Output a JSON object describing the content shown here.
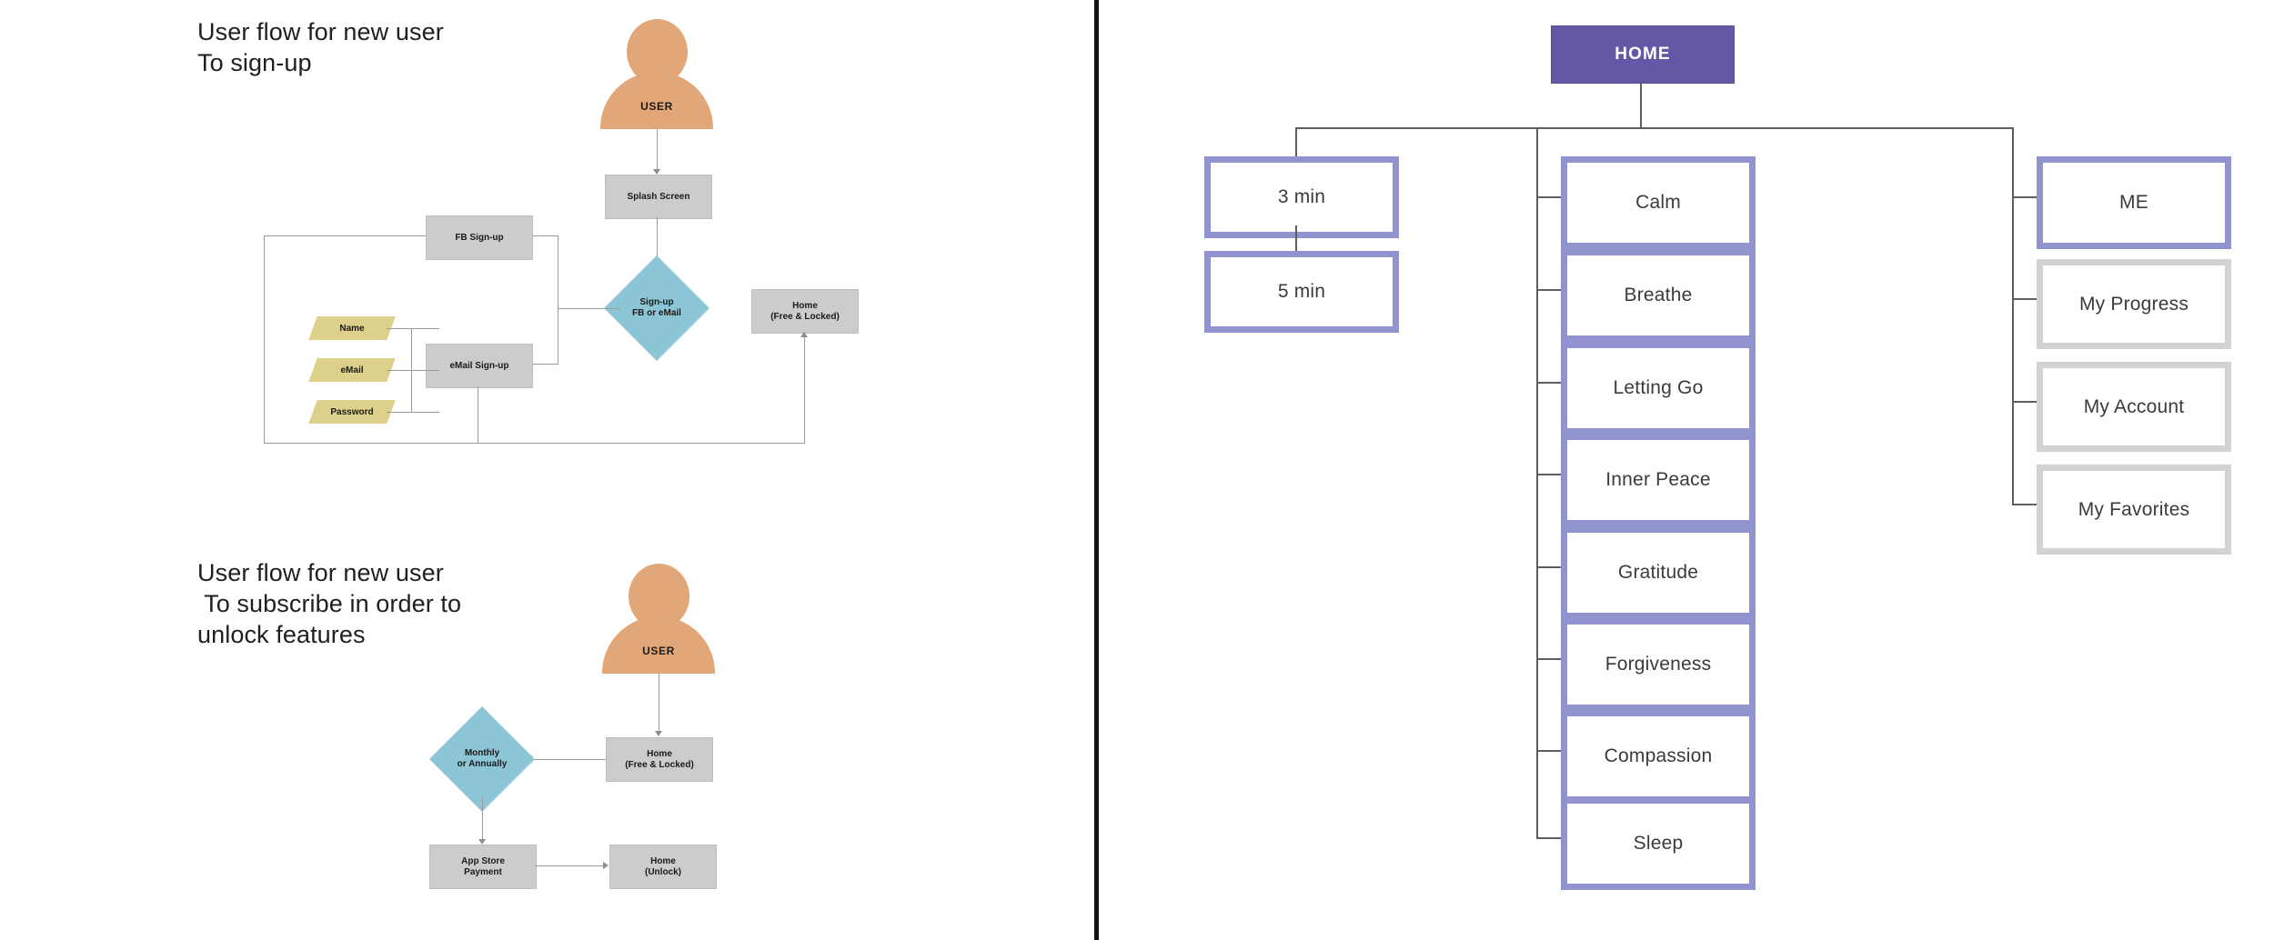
{
  "page": {
    "divider_color": "#111111",
    "background": "#ffffff"
  },
  "palette": {
    "process_gray": "#cccccc",
    "decision_teal": "#8cc5d6",
    "input_yellow": "#dcd08a",
    "user_orange": "#e2a779",
    "sitemap_root_purple": "#6457a6",
    "sitemap_accent_purple": "#9193ce",
    "sitemap_muted_gray": "#d2d2d2",
    "connector_gray": "#9a9a9a"
  },
  "flows": [
    {
      "id": "signup",
      "title": "User flow for new user\nTo sign-up",
      "persona": {
        "label": "USER",
        "icon": "user-avatar-icon"
      },
      "nodes": [
        {
          "id": "splash",
          "label": "Splash Screen",
          "shape": "process"
        },
        {
          "id": "decision",
          "label": "Sign-up\nFB or eMail",
          "shape": "decision"
        },
        {
          "id": "fb-signup",
          "label": "FB Sign-up",
          "shape": "process"
        },
        {
          "id": "email-signup",
          "label": "eMail Sign-up",
          "shape": "process"
        },
        {
          "id": "home-free",
          "label": "Home\n(Free & Locked)",
          "shape": "process"
        },
        {
          "id": "field-name",
          "label": "Name",
          "shape": "input"
        },
        {
          "id": "field-email",
          "label": "eMail",
          "shape": "input"
        },
        {
          "id": "field-pass",
          "label": "Password",
          "shape": "input"
        }
      ]
    },
    {
      "id": "subscribe",
      "title": "User flow for new user\n To subscribe in order to\nunlock features",
      "persona": {
        "label": "USER",
        "icon": "user-avatar-icon"
      },
      "nodes": [
        {
          "id": "home-free2",
          "label": "Home\n(Free & Locked)",
          "shape": "process"
        },
        {
          "id": "plan",
          "label": "Monthly\nor Annually",
          "shape": "decision"
        },
        {
          "id": "payment",
          "label": "App Store\nPayment",
          "shape": "process"
        },
        {
          "id": "home-unlock",
          "label": "Home\n(Unlock)",
          "shape": "process"
        }
      ]
    }
  ],
  "sitemap": {
    "root": {
      "label": "HOME"
    },
    "columns": [
      {
        "id": "duration",
        "items": [
          {
            "label": "3 min",
            "style": "accent"
          },
          {
            "label": "5 min",
            "style": "accent"
          }
        ]
      },
      {
        "id": "categories",
        "items": [
          {
            "label": "Calm",
            "style": "accent"
          },
          {
            "label": "Breathe",
            "style": "accent"
          },
          {
            "label": "Letting Go",
            "style": "accent"
          },
          {
            "label": "Inner Peace",
            "style": "accent"
          },
          {
            "label": "Gratitude",
            "style": "accent"
          },
          {
            "label": "Forgiveness",
            "style": "accent"
          },
          {
            "label": "Compassion",
            "style": "accent"
          },
          {
            "label": "Sleep",
            "style": "accent"
          }
        ]
      },
      {
        "id": "me",
        "items": [
          {
            "label": "ME",
            "style": "accent"
          },
          {
            "label": "My Progress",
            "style": "muted"
          },
          {
            "label": "My Account",
            "style": "muted"
          },
          {
            "label": "My Favorites",
            "style": "muted"
          }
        ]
      }
    ]
  }
}
